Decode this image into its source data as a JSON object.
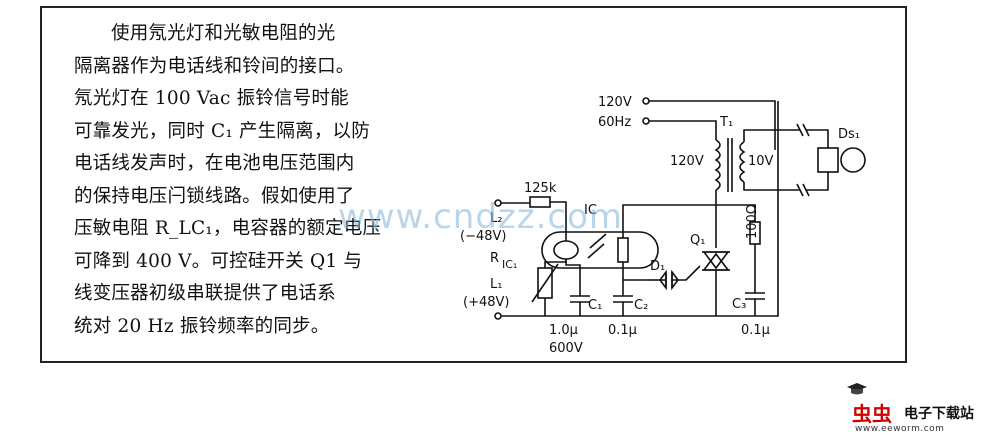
{
  "description_lines": [
    "使用氖光灯和光敏电阻的光",
    "隔离器作为电话线和铃间的接口。",
    "氖光灯在 100 Vac 振铃信号时能",
    "可靠发光，同时 C₁ 产生隔离，以防",
    "电话线发声时，在电池电压范围内",
    "的保持电压闩锁线路。假如使用了",
    "压敏电阻 R_LC₁，电容器的额定电压",
    "可降到 400 V。可控硅开关 Q1 与",
    "线变压器初级串联提供了电话系",
    "统对 20 Hz 振铃频率的同步。"
  ],
  "circuit": {
    "input_120v": "120V",
    "input_60hz": "60Hz",
    "transformer": "T₁",
    "primary": "120V",
    "secondary": "10V",
    "bell": "Ds₁",
    "resistor_125k": "125k",
    "line_l2": "L₂",
    "line_l2_voltage": "(−48V)",
    "line_l1": "L₁",
    "line_l1_voltage": "(+48V)",
    "rlc_label": "R",
    "ic1_label": "IC₁",
    "ic_top_label": "IC",
    "c1": "C₁",
    "c1_value": "1.0μ",
    "c1_rating": "600V",
    "c2": "C₂",
    "c2_value": "0.1μ",
    "d1": "D₁",
    "q1": "Q₁",
    "r100": "100Ω",
    "c3": "C₃",
    "c3_value": "0.1μ"
  },
  "watermark": "www.cndzz.com",
  "logo": {
    "brand_bug": "虫虫",
    "brand_text": "电子下载站",
    "url": "www.eeworm.com"
  },
  "colors": {
    "ink": "#111111",
    "watermark": "#7fb3d9",
    "logo_red": "#d10000"
  }
}
